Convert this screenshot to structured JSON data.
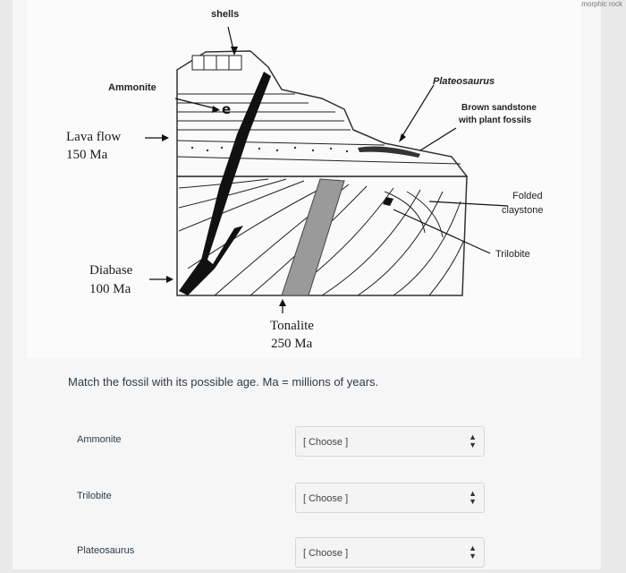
{
  "header": {
    "crumb": "metamorphic rock"
  },
  "diagram": {
    "labels": {
      "shells": "shells",
      "ammonite": "Ammonite",
      "plateosaurus": "Plateosaurus",
      "brown_sandstone_line1": "Brown sandstone",
      "brown_sandstone_line2": "with plant fossils",
      "lava_flow": "Lava flow",
      "lava_age": "150 Ma",
      "folded_line1": "Folded",
      "folded_line2": "claystone",
      "trilobite": "Trilobite",
      "diabase": "Diabase",
      "diabase_age": "100 Ma",
      "tonalite": "Tonalite",
      "tonalite_age": "250 Ma"
    }
  },
  "question": {
    "text": "Match the fossil with its possible age. Ma = millions of years.",
    "rows": [
      {
        "label": "Ammonite",
        "selected": "[ Choose ]"
      },
      {
        "label": "Trilobite",
        "selected": "[ Choose ]"
      },
      {
        "label": "Plateosaurus",
        "selected": "[ Choose ]"
      }
    ]
  },
  "colors": {
    "intrusion_black": "#111111",
    "tonalite_gray": "#9a9a9a",
    "text": "#2d3b45"
  }
}
